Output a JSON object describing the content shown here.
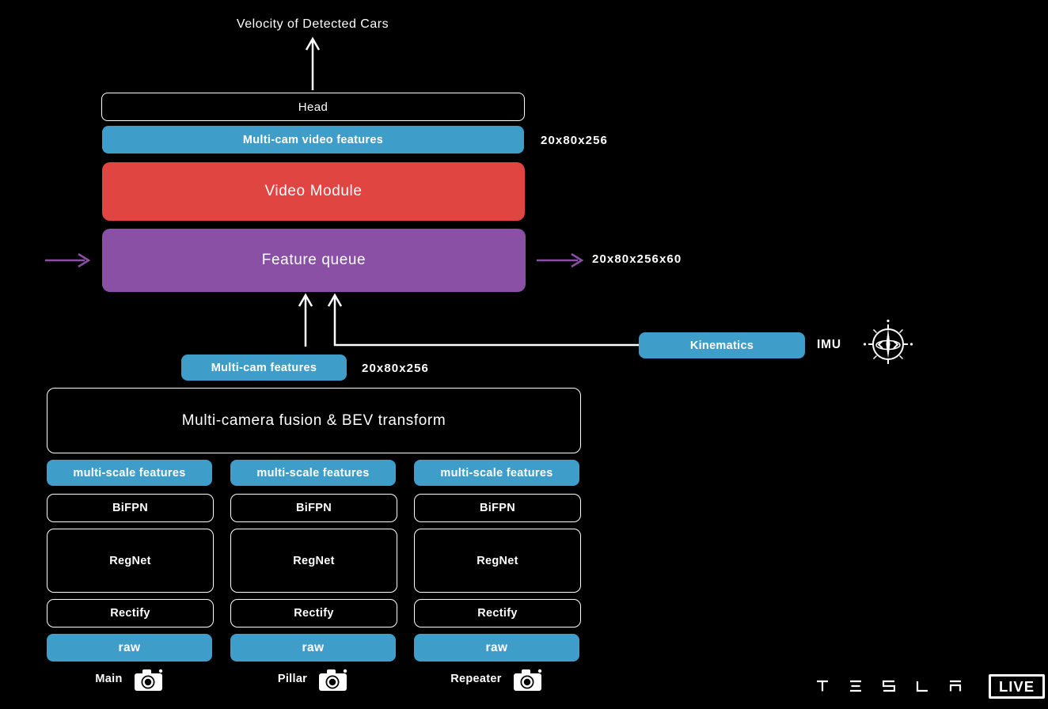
{
  "colors": {
    "background": "#000000",
    "blue": "#3f9dc9",
    "red": "#e14542",
    "purple": "#8950a5",
    "white": "#ffffff"
  },
  "title": {
    "output_label": "Velocity of Detected Cars"
  },
  "pipeline": {
    "head_label": "Head",
    "multicam_video_features_label": "Multi-cam video features",
    "multicam_video_features_dims": "20x80x256",
    "video_module_label": "Video Module",
    "feature_queue_label": "Feature queue",
    "feature_queue_output_dims": "20x80x256x60",
    "kinematics_label": "Kinematics",
    "imu_label": "IMU",
    "multicam_features_label": "Multi-cam features",
    "multicam_features_dims": "20x80x256",
    "fusion_label": "Multi-camera fusion & BEV transform"
  },
  "columns": [
    {
      "camera": "Main",
      "stages": [
        "multi-scale features",
        "BiFPN",
        "RegNet",
        "Rectify",
        "raw"
      ]
    },
    {
      "camera": "Pillar",
      "stages": [
        "multi-scale features",
        "BiFPN",
        "RegNet",
        "Rectify",
        "raw"
      ]
    },
    {
      "camera": "Repeater",
      "stages": [
        "multi-scale features",
        "BiFPN",
        "RegNet",
        "Rectify",
        "raw"
      ]
    }
  ],
  "branding": {
    "wordmark": "TESLA",
    "live_badge": "LIVE"
  }
}
